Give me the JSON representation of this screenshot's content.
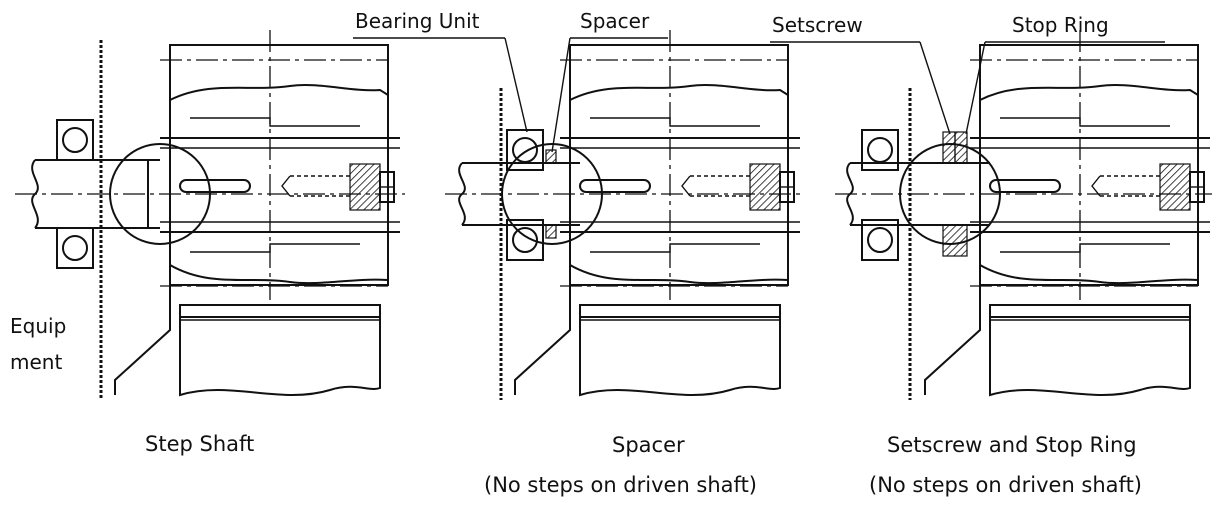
{
  "labels": {
    "bearing_unit": "Bearing Unit",
    "spacer": "Spacer",
    "setscrew": "Setscrew",
    "stop_ring": "Stop Ring",
    "equipment_line1": "Equip",
    "equipment_line2": "ment"
  },
  "captions": {
    "step_shaft": "Step Shaft",
    "spacer_title": "Spacer",
    "spacer_sub": "(No steps on driven shaft)",
    "setscrew_title": "Setscrew and Stop Ring",
    "setscrew_sub": "(No steps on driven shaft)"
  }
}
